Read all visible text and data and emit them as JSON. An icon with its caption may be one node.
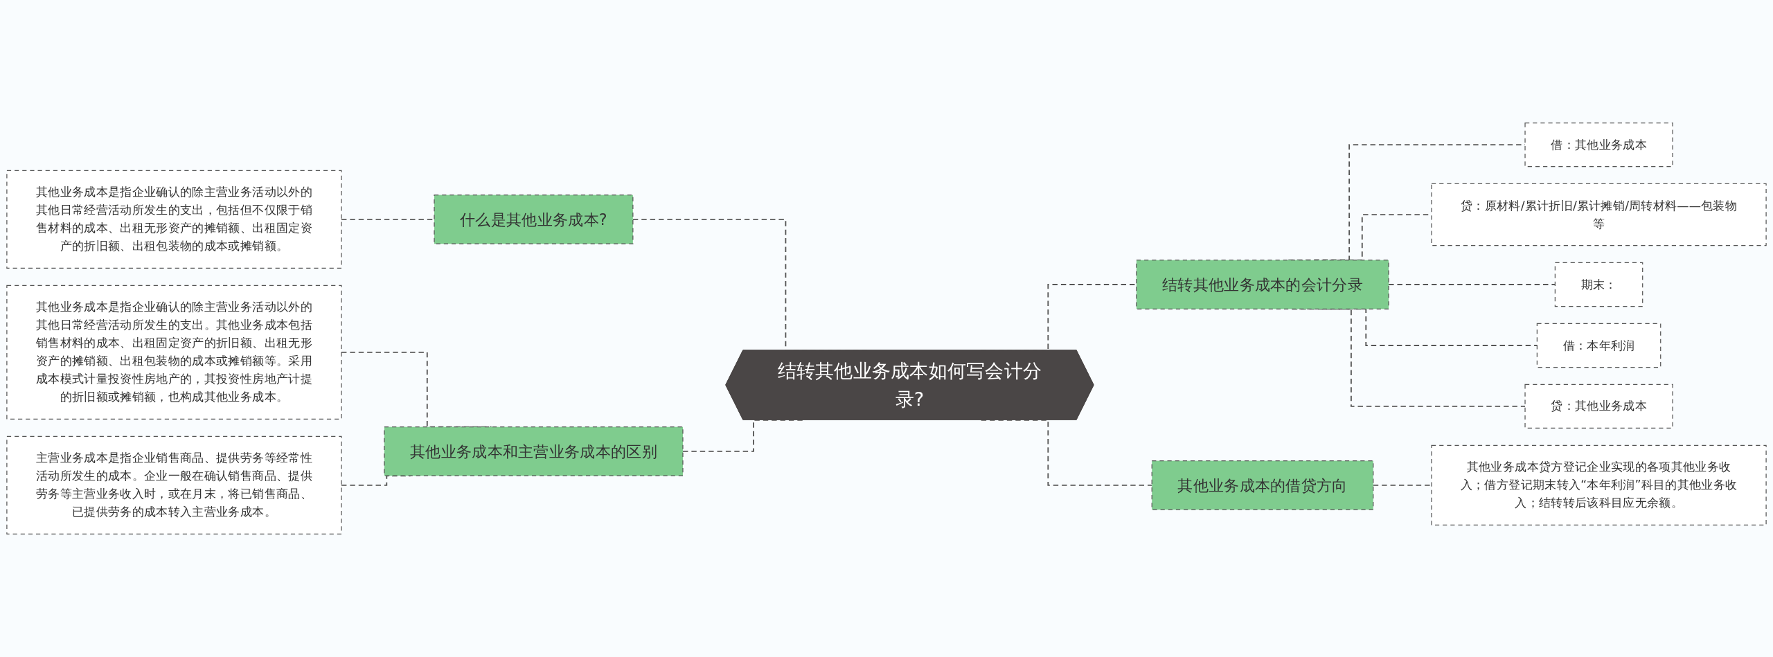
{
  "diagram": {
    "nodes": [
      {
        "text": [
          "结转其他业务成本如何写会计分录?"
        ]
      },
      {
        "text": [
          "什么是其他业务成本?"
        ]
      },
      {
        "text": [
          "其他业务成本是指企业确认的除主营业务活动以外的其他日常经营活动所发生的支出，包括但不仅限于销售材料的成本、出租无形资产的摊销额、出租固定资产的折旧额、出租包装物的成本或摊销额。"
        ]
      },
      {
        "text": [
          "其他业务成本和主营业务成本的区别"
        ]
      },
      {
        "text": [
          "其他业务成本是指企业确认的除主营业务活动以外的其他日常经营活动所发生的支出。其他业务成本包括销售材料的成本、出租固定资产的折旧额、出租无形资产的摊销额、出租包装物的成本或摊销额等。采用成本模式计量投资性房地产的，其投资性房地产计提的折旧额或摊销额，也构成其他业务成本。"
        ]
      },
      {
        "text": [
          "主营业务成本是指企业销售商品、提供劳务等经常性活动所发生的成本。企业一般在确认销售商品、提供劳务等主营业务收入时，或在月末，将已销售商品、已提供劳务的成本转入主营业务成本。"
        ]
      },
      {
        "text": [
          "结转其他业务成本的会计分录"
        ]
      },
      {
        "text": [
          "借：其他业务成本"
        ]
      },
      {
        "text": [
          "贷：原材料/累计折旧/累计摊销/周转材料——包装物等"
        ]
      },
      {
        "text": [
          "期末："
        ]
      },
      {
        "text": [
          "借：本年利润"
        ]
      },
      {
        "text": [
          "贷：其他业务成本"
        ]
      },
      {
        "text": [
          "其他业务成本的借贷方向"
        ]
      },
      {
        "text": [
          "其他业务成本贷方登记企业实现的各项其他业务收入；借方登记期末转入“本年利润”科目的其他业务收入；结转转后该科目应无余额。"
        ]
      }
    ],
    "edges": [
      {
        "from": 2,
        "to": 1,
        "arrow": "none",
        "style": "dashed"
      },
      {
        "from": 1,
        "to": 0,
        "arrow": "none",
        "style": "dashed"
      },
      {
        "from": 4,
        "to": 3,
        "arrow": "none",
        "style": "dashed"
      },
      {
        "from": 5,
        "to": 3,
        "arrow": "none",
        "style": "dashed"
      },
      {
        "from": 3,
        "to": 0,
        "arrow": "none",
        "style": "dashed"
      },
      {
        "from": 0,
        "to": 6,
        "arrow": "none",
        "style": "dashed"
      },
      {
        "from": 6,
        "to": 7,
        "arrow": "none",
        "style": "dashed"
      },
      {
        "from": 6,
        "to": 8,
        "arrow": "none",
        "style": "dashed"
      },
      {
        "from": 6,
        "to": 9,
        "arrow": "none",
        "style": "dashed"
      },
      {
        "from": 6,
        "to": 10,
        "arrow": "none",
        "style": "dashed"
      },
      {
        "from": 6,
        "to": 11,
        "arrow": "none",
        "style": "dashed"
      },
      {
        "from": 0,
        "to": 12,
        "arrow": "none",
        "style": "dashed"
      },
      {
        "from": 12,
        "to": 13,
        "arrow": "none",
        "style": "dashed"
      }
    ]
  }
}
